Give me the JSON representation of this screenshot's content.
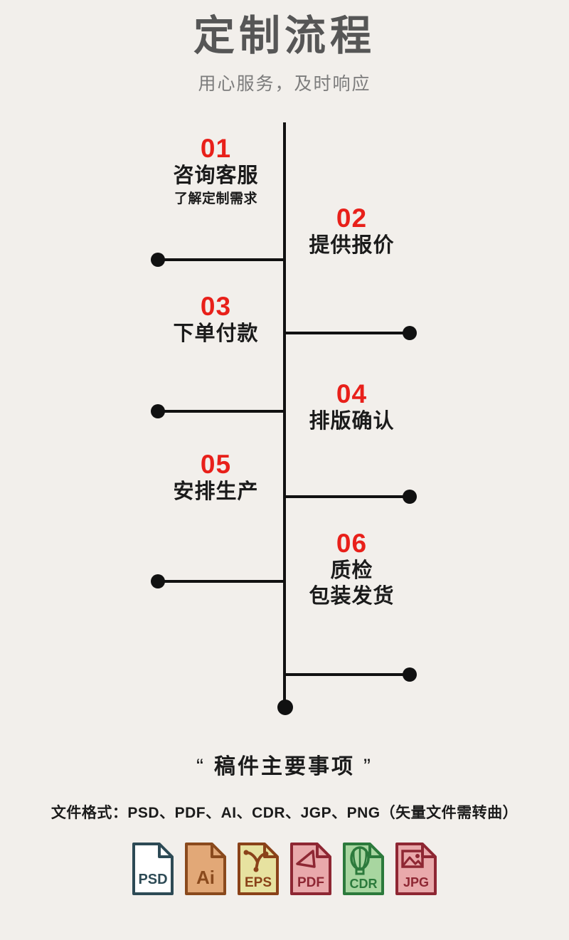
{
  "header": {
    "title": "定制流程",
    "subtitle": "用心服务，及时响应"
  },
  "timeline": {
    "accent_color": "#e8201a",
    "line_color": "#111111",
    "steps": [
      {
        "num": "01",
        "label": "咨询客服",
        "sublabel": "了解定制需求",
        "side": "left"
      },
      {
        "num": "02",
        "label": "提供报价",
        "sublabel": "",
        "side": "right"
      },
      {
        "num": "03",
        "label": "下单付款",
        "sublabel": "",
        "side": "left"
      },
      {
        "num": "04",
        "label": "排版确认",
        "sublabel": "",
        "side": "right"
      },
      {
        "num": "05",
        "label": "安排生产",
        "sublabel": "",
        "side": "left"
      },
      {
        "num": "06",
        "label": "质检\n包装发货",
        "sublabel": "",
        "side": "right"
      }
    ]
  },
  "footer": {
    "quote_open": "“",
    "heading": "稿件主要事项",
    "quote_close": "”",
    "formats_line": "文件格式：PSD、PDF、AI、CDR、JGP、PNG（矢量文件需转曲）",
    "file_icons": [
      {
        "name": "PSD",
        "fill": "#ffffff",
        "stroke": "#2d4a55",
        "text": "#2d4a55"
      },
      {
        "name": "Ai",
        "fill": "#e2a877",
        "stroke": "#8a4a1d",
        "text": "#8a4a1d"
      },
      {
        "name": "EPS",
        "fill": "#e7e2a0",
        "stroke": "#8a4219",
        "text": "#8a4219"
      },
      {
        "name": "PDF",
        "fill": "#e9a9ab",
        "stroke": "#8e2733",
        "text": "#8e2733"
      },
      {
        "name": "CDR",
        "fill": "#a8d6a0",
        "stroke": "#2c7a3c",
        "text": "#2c7a3c"
      },
      {
        "name": "JPG",
        "fill": "#e9a9ab",
        "stroke": "#8e2733",
        "text": "#8e2733"
      }
    ]
  },
  "colors": {
    "background": "#f2efeb",
    "title": "#565656",
    "subtitle": "#7c7c7c",
    "body_text": "#1b1b1b"
  }
}
